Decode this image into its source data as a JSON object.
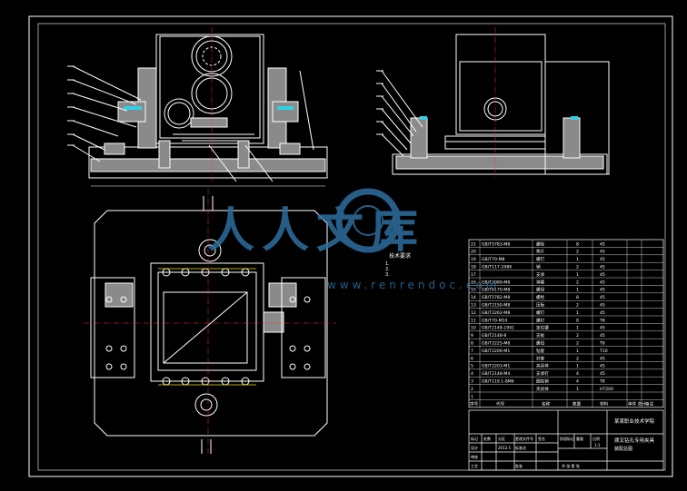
{
  "watermark": {
    "brand": "人人文库",
    "site": "www.renrendoc.com",
    "color": "#2d6fa0"
  },
  "colors": {
    "background": "#000000",
    "line": "#ffffff",
    "section_fill": "#8a8a8a",
    "center_line": "#ff3030",
    "cyan": "#2fd0e8",
    "yellow": "#e8e020"
  },
  "notes": {
    "title": "技术要求",
    "lines": [
      "1.",
      "2.",
      "3."
    ]
  },
  "bom": {
    "rows": [
      {
        "no": "21",
        "code": "GB/T5783-M8",
        "name": "螺栓",
        "qty": "8",
        "mat": "45"
      },
      {
        "no": "20",
        "code": "",
        "name": "垫片",
        "qty": "2",
        "mat": "45"
      },
      {
        "no": "19",
        "code": "GB/T70-M8",
        "name": "螺钉",
        "qty": "1",
        "mat": "45"
      },
      {
        "no": "18",
        "code": "GB/T117-1986",
        "name": "销",
        "qty": "2",
        "mat": "45"
      },
      {
        "no": "17",
        "code": "",
        "name": "支承",
        "qty": "1",
        "mat": "45"
      },
      {
        "no": "16",
        "code": "GB/T2089-M8",
        "name": "弹簧",
        "qty": "2",
        "mat": "45"
      },
      {
        "no": "15",
        "code": "GB/T6170-M8",
        "name": "螺母",
        "qty": "1",
        "mat": "45"
      },
      {
        "no": "14",
        "code": "GB/T5782-M8",
        "name": "螺栓",
        "qty": "8",
        "mat": "45"
      },
      {
        "no": "13",
        "code": "GB/T2150-M8",
        "name": "压板",
        "qty": "2",
        "mat": "45"
      },
      {
        "no": "12",
        "code": "GB/T2262-M8",
        "name": "螺钉",
        "qty": "1",
        "mat": "45"
      },
      {
        "no": "11",
        "code": "GB/T70-M10",
        "name": "螺钉",
        "qty": "8",
        "mat": "T8"
      },
      {
        "no": "10",
        "code": "GB/T2148-1991",
        "name": "定位键",
        "qty": "1",
        "mat": "45"
      },
      {
        "no": "9",
        "code": "GB/T2148-8",
        "name": "支板",
        "qty": "2",
        "mat": "45"
      },
      {
        "no": "8",
        "code": "GB/T2225-M8",
        "name": "螺母",
        "qty": "2",
        "mat": "T8"
      },
      {
        "no": "7",
        "code": "GB/T2206-M1",
        "name": "钻套",
        "qty": "1",
        "mat": "T10"
      },
      {
        "no": "6",
        "code": "",
        "name": "衬套",
        "qty": "2",
        "mat": "45"
      },
      {
        "no": "5",
        "code": "GB/T2203-M1",
        "name": "夹具体",
        "qty": "1",
        "mat": "45"
      },
      {
        "no": "4",
        "code": "GB/T2148-M4",
        "name": "支承钉",
        "qty": "4",
        "mat": "45"
      },
      {
        "no": "3",
        "code": "GB/T119.1-8M6",
        "name": "圆柱销",
        "qty": "4",
        "mat": "T8"
      },
      {
        "no": "2",
        "code": "",
        "name": "夹具体",
        "qty": "1",
        "mat": "HT200"
      },
      {
        "no": "1",
        "code": "",
        "name": "",
        "qty": "",
        "mat": ""
      }
    ],
    "header": {
      "no": "序号",
      "code": "代号",
      "name": "名称",
      "qty": "数量",
      "mat": "材料",
      "weight": "单件 总计",
      "remark": "备注"
    }
  },
  "title_block": {
    "project": "某某职业技术学院",
    "drawing_title": "拨叉钻孔专用夹具",
    "drawing_subtitle": "装配总图",
    "labels": {
      "mark": "标记",
      "count": "处数",
      "zone": "分区",
      "change_doc": "更改文件号",
      "sign": "签名",
      "date": "年月日",
      "design": "设计",
      "standardize": "标准化",
      "review": "审核",
      "craft": "工艺",
      "approve": "批准",
      "stage": "阶段标记",
      "weight": "重量",
      "scale": "比例",
      "sheet": "共 张 第 张"
    },
    "scale_value": "1:1",
    "date_value": "2013.5"
  }
}
